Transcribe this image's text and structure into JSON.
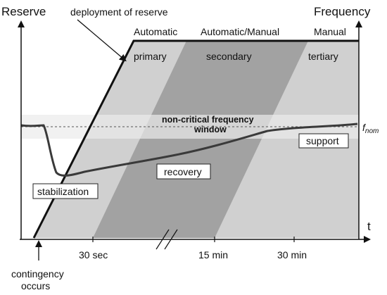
{
  "axes": {
    "left_label": "Reserve",
    "right_label": "Frequency",
    "time_label": "t",
    "nominal_symbol": "f",
    "nominal_subscript": "nom"
  },
  "deployment_label": "deployment of reserve",
  "control_modes": [
    "Automatic",
    "Automatic/Manual",
    "Manual"
  ],
  "reserve_bands": [
    "primary",
    "secondary",
    "tertiary"
  ],
  "frequency_window": {
    "line1": "non-critical frequency",
    "line2": "window"
  },
  "phases": {
    "stabilization": "stabilization",
    "recovery": "recovery",
    "support": "support"
  },
  "time_ticks": [
    "30 sec",
    "15 min",
    "30 min"
  ],
  "event": {
    "line1": "contingency",
    "line2": "occurs"
  },
  "colors": {
    "light_region": "#d0d0d0",
    "secondary_band": "#a2a2a2",
    "window_band": "#e8e8e8",
    "frequency_curve": "#3a3a3a"
  }
}
